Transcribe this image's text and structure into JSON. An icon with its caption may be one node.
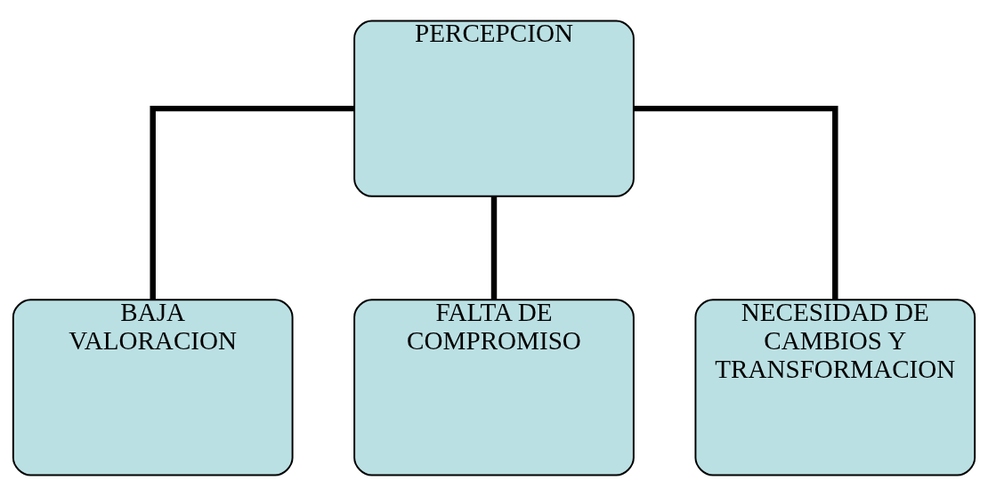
{
  "diagram": {
    "nodes": [
      {
        "text": [
          "PERCEPCION"
        ]
      },
      {
        "text": [
          "BAJA VALORACION"
        ]
      },
      {
        "text": [
          "FALTA DE COMPROMISO"
        ]
      },
      {
        "text": [
          "NECESIDAD DE CAMBIOS Y TRANSFORMACION"
        ]
      }
    ],
    "edges": [
      {
        "from": 0,
        "to": 1,
        "arrow": "none"
      },
      {
        "from": 0,
        "to": 2,
        "arrow": "none"
      },
      {
        "from": 0,
        "to": 3,
        "arrow": "none"
      }
    ]
  }
}
